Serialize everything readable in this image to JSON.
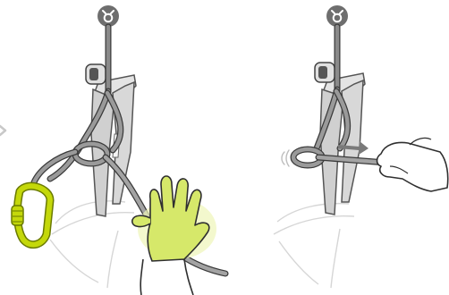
{
  "figure": {
    "panels": [
      {
        "id": "left",
        "elements": [
          "anchor-symbol-icon",
          "rope",
          "belay-device",
          "harness-carabiner",
          "carabiner",
          "hand-gloved-icon",
          "chevron-right-icon"
        ]
      },
      {
        "id": "right",
        "elements": [
          "anchor-symbol-icon",
          "rope",
          "belay-device",
          "harness-carabiner",
          "pull-arrow-icon",
          "hand-icon"
        ]
      }
    ],
    "colors": {
      "anchor_circle": "#6e6e6e",
      "anchor_glyph": "#ffffff",
      "rope_main": "#8a8a8a",
      "rope_outline": "#3a3a3a",
      "carabiner_fill": "#c4d80a",
      "carabiner_outline": "#6a7a00",
      "glove_fill": "#d6e86a",
      "glove_glow": "#eef5b8",
      "device_fill": "#d0d0d0",
      "line_light": "#bdbdbd",
      "arrow_fill": "#7a7a7a"
    }
  }
}
